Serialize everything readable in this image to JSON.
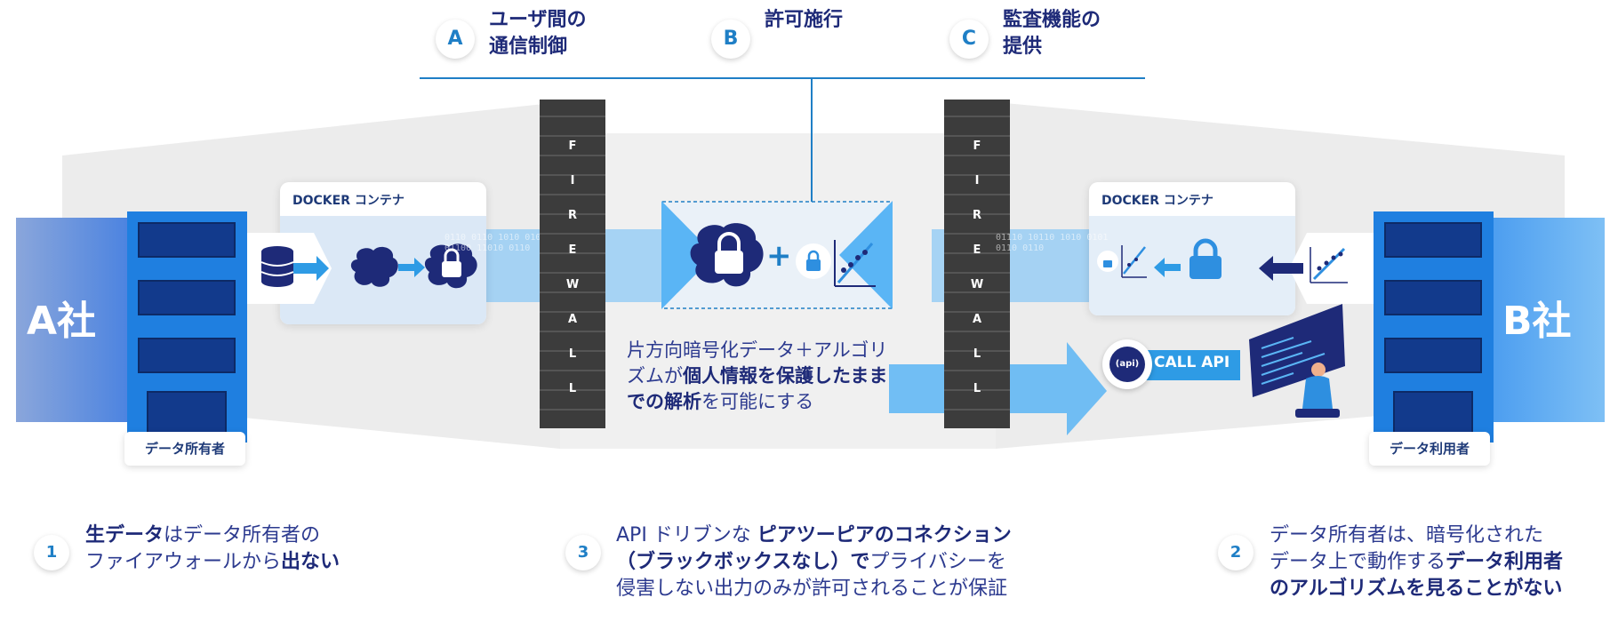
{
  "top_items": [
    {
      "letter": "A",
      "line1": "ユーザ間の",
      "line2": "通信制御"
    },
    {
      "letter": "B",
      "line1": "許可施行",
      "line2": ""
    },
    {
      "letter": "C",
      "line1": "監査機能の",
      "line2": "提供"
    }
  ],
  "company_a": {
    "name": "A社",
    "caption": "データ所有者"
  },
  "company_b": {
    "name": "B社",
    "caption": "データ利用者"
  },
  "docker_left": {
    "title": "DOCKER コンテナ"
  },
  "docker_right": {
    "title": "DOCKER コンテナ"
  },
  "firewall_letters": [
    "F",
    "I",
    "R",
    "E",
    "W",
    "A",
    "L",
    "L"
  ],
  "center_note": {
    "line1": "片方向暗号化データ＋アルゴリ",
    "line2_a": "ズムが",
    "line2_b": "個人情報を保護したまま",
    "line3_a": "での解析",
    "line3_b": "を可能にする"
  },
  "call_api": {
    "badge": "(api)",
    "label": "CALL API"
  },
  "bottom": [
    {
      "num": "1",
      "l1_bold": "生データ",
      "l1": "はデータ所有者の",
      "l2": "ファイアウォールから",
      "l2_bold": "出ない"
    },
    {
      "num": "3",
      "l1": "API ドリブンな ",
      "l1_bold": "ピアツーピアのコネクション",
      "l2_bold": "（ブラックボックスなし）で",
      "l2": "プライバシーを",
      "l3": "侵害しない出力のみが許可されることが保証"
    },
    {
      "num": "2",
      "l1": "データ所有者は、暗号化された",
      "l2": "データ上で動作する",
      "l2_bold": "データ利用者",
      "l3_bold": "のアルゴリズムを見ることがない"
    }
  ],
  "colors": {
    "accent": "#1f7fc6",
    "navy": "#1e2a78",
    "building": "#1f7fe0",
    "flow": "#4fb3f5"
  }
}
